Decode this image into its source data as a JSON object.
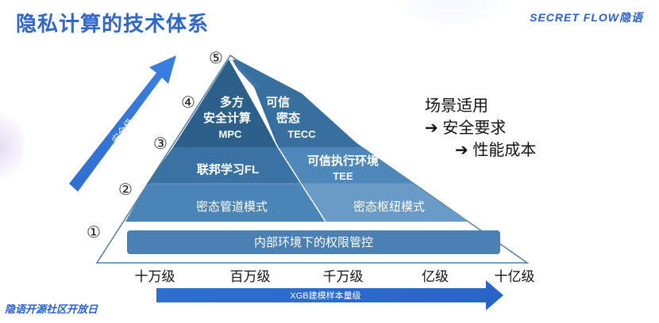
{
  "header": {
    "title": "隐私计算的技术体系",
    "brand": "SECRET FLOW隐语"
  },
  "axis": {
    "security_label": "安全级",
    "scale_label": "XGB建模样本量级",
    "scale_ticks": [
      "十万级",
      "百万级",
      "千万级",
      "亿级",
      "十亿级"
    ]
  },
  "levels": [
    "①",
    "②",
    "③",
    "④",
    "⑤"
  ],
  "pyramid": {
    "mpc_line1": "多方",
    "mpc_line2": "安全计算",
    "mpc_line3": "MPC",
    "tecc_line1": "可信",
    "tecc_line2": "密态",
    "tecc_line3": "TECC",
    "fl": "联邦学习FL",
    "tee_line1": "可信执行环境",
    "tee_line2": "TEE",
    "pipeline_mode": "密态管道模式",
    "hub_mode": "密态枢纽模式",
    "base": "内部环境下的权限管控"
  },
  "scenario": {
    "title": "场景适用",
    "item1": "安全要求",
    "item2": "性能成本"
  },
  "footer": "隐语开源社区开放日",
  "colors": {
    "accent": "#2f66c9",
    "pyramid_dark": "#2c5f8a",
    "pyramid_mid": "#3a76a8",
    "pyramid_light": "#5f94c2"
  }
}
